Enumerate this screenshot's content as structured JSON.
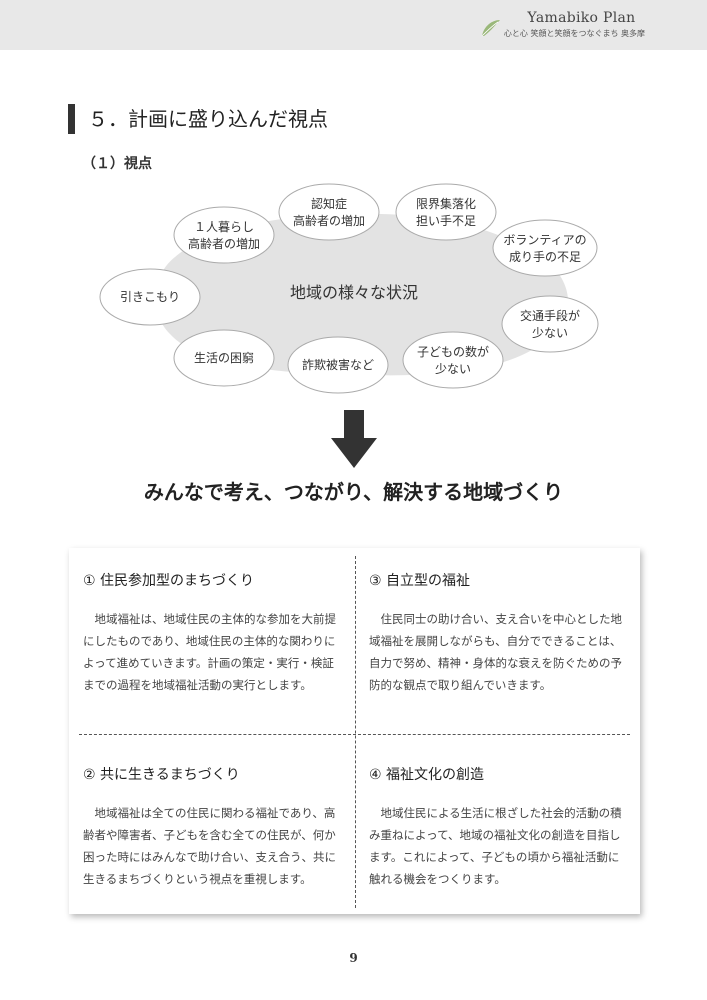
{
  "header": {
    "brand_title": "Yamabiko Plan",
    "brand_subtitle": "心と心 笑顔と笑顔をつなぐまち 奥多摩"
  },
  "section": {
    "title": "５．計画に盛り込んだ視点",
    "subtitle": "（１）視点"
  },
  "diagram": {
    "center_label": "地域の様々な状況",
    "bubbles": [
      {
        "lines": [
          "１人暮らし",
          "高齢者の増加"
        ]
      },
      {
        "lines": [
          "認知症",
          "高齢者の増加"
        ]
      },
      {
        "lines": [
          "限界集落化",
          "担い手不足"
        ]
      },
      {
        "lines": [
          "ボランティアの",
          "成り手の不足"
        ]
      },
      {
        "lines": [
          "引きこもり"
        ]
      },
      {
        "lines": [
          "交通手段が",
          "少ない"
        ]
      },
      {
        "lines": [
          "生活の困窮"
        ]
      },
      {
        "lines": [
          "詐欺被害など"
        ]
      },
      {
        "lines": [
          "子どもの数が",
          "少ない"
        ]
      }
    ]
  },
  "slogan": "みんなで考え、つながり、解決する地域づくり",
  "quadrants": [
    {
      "title": "① 住民参加型のまちづくり",
      "body": "地域福祉は、地域住民の主体的な参加を大前提にしたものであり、地域住民の主体的な関わりによって進めていきます。計画の策定・実行・検証までの過程を地域福祉活動の実行とします。"
    },
    {
      "title": "③ 自立型の福祉",
      "body": "住民同士の助け合い、支え合いを中心とした地域福祉を展開しながらも、自分でできることは、自力で努め、精神・身体的な衰えを防ぐための予防的な観点で取り組んでいきます。"
    },
    {
      "title": "② 共に生きるまちづくり",
      "body": "地域福祉は全ての住民に関わる福祉であり、高齢者や障害者、子どもを含む全ての住民が、何か困った時にはみんなで助け合い、支え合う、共に生きるまちづくりという視点を重視します。"
    },
    {
      "title": "④ 福祉文化の創造",
      "body": "地域住民による生活に根ざした社会的活動の積み重ねによって、地域の福祉文化の創造を目指します。これによって、子どもの頃から福祉活動に触れる機会をつくります。"
    }
  ],
  "page_number": "9",
  "colors": {
    "header_band": "#e8e8e8",
    "diagram_blob": "#e3e3e3",
    "bubble_fill": "#ffffff",
    "bubble_stroke": "#aaaaaa",
    "arrow": "#333333",
    "leaf": "#9ab87a"
  }
}
